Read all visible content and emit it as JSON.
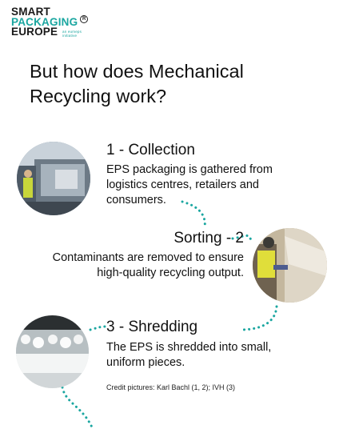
{
  "logo": {
    "line1": "SMART",
    "line2": "PACKAGING",
    "line3": "EUROPE",
    "registered": "R",
    "tagline": "an eumeps initiative"
  },
  "headline": "But how does Mechanical Recycling work?",
  "steps": [
    {
      "title": "1 - Collection",
      "body": "EPS packaging is gathered from logistics centres, retailers and consumers."
    },
    {
      "title": "Sorting - 2",
      "body": "Contaminants are removed to ensure high-quality recycling output."
    },
    {
      "title": "3 - Shredding",
      "body": "The EPS is shredded into small, uniform pieces."
    }
  ],
  "credit": "Credit pictures: Karl Bachl (1, 2); IVH (3)",
  "colors": {
    "accent": "#1aa6a0",
    "text": "#111111"
  }
}
